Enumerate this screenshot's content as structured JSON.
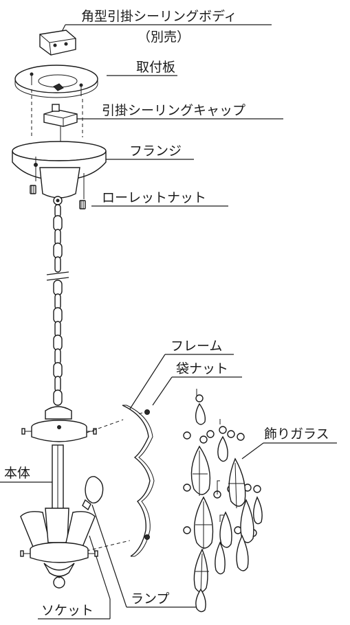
{
  "labels": {
    "ceiling_body": "角型引掛シーリングボディ",
    "sold_separately": "（別売）",
    "mounting_plate": "取付板",
    "ceiling_cap": "引掛シーリングキャップ",
    "flange": "フランジ",
    "knurled_nut": "ローレットナット",
    "frame": "フレーム",
    "cap_nut": "袋ナット",
    "decorative_glass": "飾りガラス",
    "main_body": "本体",
    "lamp": "ランプ",
    "socket": "ソケット"
  }
}
